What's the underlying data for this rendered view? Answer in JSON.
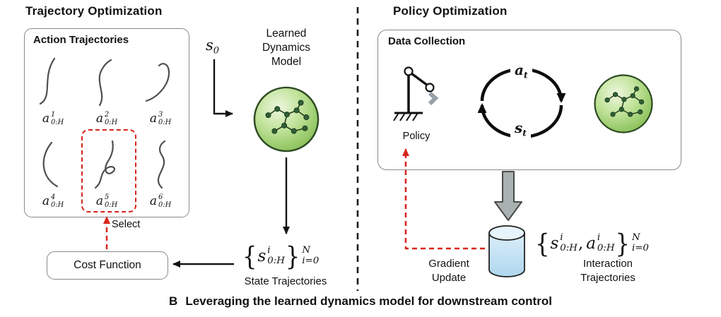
{
  "palette": {
    "accent_red": "#d8231d",
    "model_green": "#8fca5c",
    "data_blue": "#bfe0f2",
    "box_border": "#8a8a8a"
  },
  "caption": {
    "prefix": "B",
    "text": "Leveraging the learned dynamics model for downstream control"
  },
  "left": {
    "title": "Trajectory Optimization",
    "action_box": {
      "title": "Action Trajectories",
      "trajectories": [
        {
          "base": "a",
          "sup": "1",
          "sub": "0:H"
        },
        {
          "base": "a",
          "sup": "2",
          "sub": "0:H"
        },
        {
          "base": "a",
          "sup": "3",
          "sub": "0:H"
        },
        {
          "base": "a",
          "sup": "4",
          "sub": "0:H"
        },
        {
          "base": "a",
          "sup": "5",
          "sub": "0:H"
        },
        {
          "base": "a",
          "sup": "6",
          "sub": "0:H"
        }
      ]
    },
    "select_label": "Select",
    "cost_function_label": "Cost Function",
    "s0": {
      "base": "s",
      "sub": "0"
    },
    "model_label": "Learned Dynamics Model",
    "state_set": {
      "brace_open": "{",
      "base": "s",
      "sup": "i",
      "sub": "0:H",
      "brace_close": "}",
      "outer_sup": "N",
      "outer_sub": "i=0"
    },
    "state_trajectories_label": "State Trajectories"
  },
  "right": {
    "title": "Policy Optimization",
    "data_box": {
      "title": "Data Collection",
      "policy_label": "Policy",
      "action_var": {
        "base": "a",
        "sub": "t"
      },
      "state_var": {
        "base": "s",
        "sub": "t"
      }
    },
    "gradient_update": {
      "line1": "Gradient",
      "line2": "Update"
    },
    "interaction_set": {
      "brace_open": "{",
      "s_base": "s",
      "s_sup": "i",
      "s_sub": "0:H",
      "comma": ",",
      "a_base": "a",
      "a_sup": "i",
      "a_sub": "0:H",
      "brace_close": "}",
      "outer_sup": "N",
      "outer_sub": "i=0"
    },
    "interaction_label": {
      "line1": "Interaction",
      "line2": "Trajectories"
    }
  }
}
